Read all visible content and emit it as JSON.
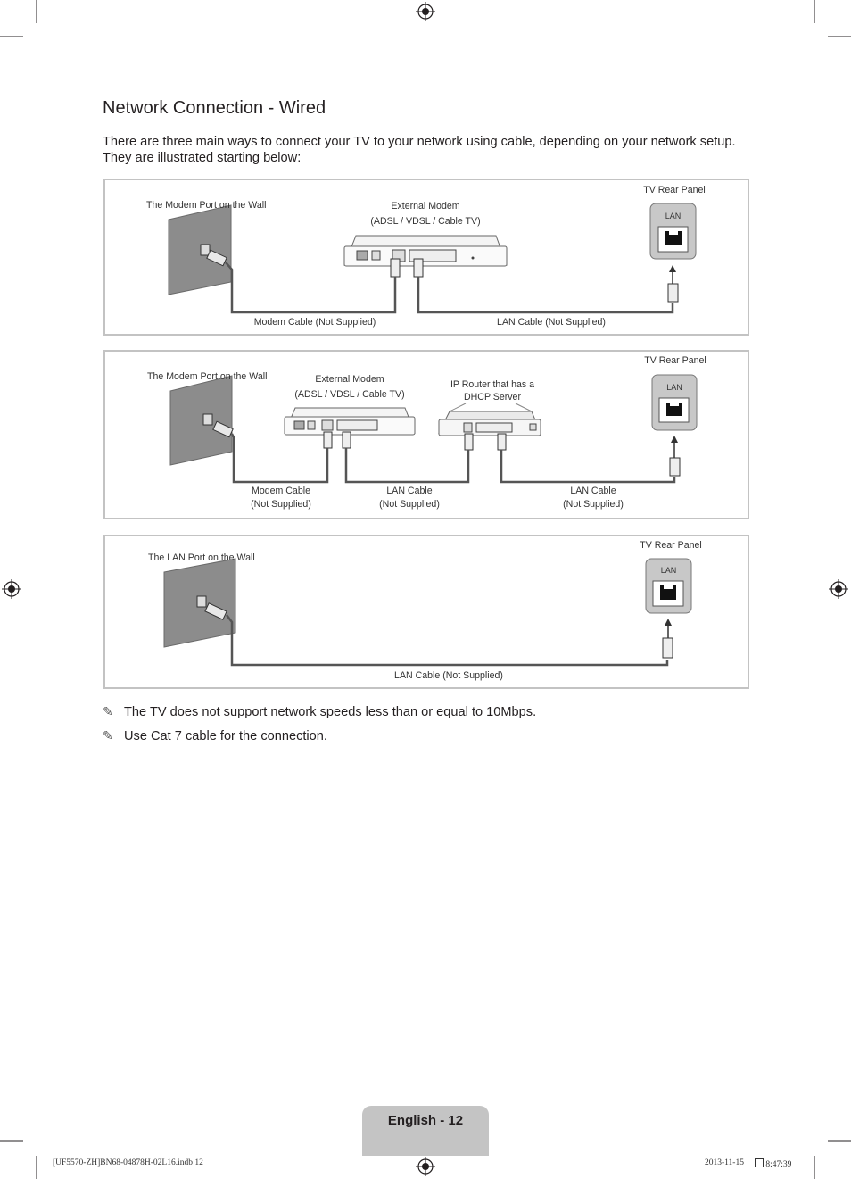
{
  "page": {
    "title": "Network Connection - Wired",
    "intro": "There are three main ways to connect your TV to your network using cable, depending on your network setup. They are illustrated starting below:"
  },
  "diagrams": [
    {
      "wall_label": "The Modem Port on the Wall",
      "modem_label_1": "External Modem",
      "modem_label_2": "(ADSL / VDSL / Cable TV)",
      "tv_label": "TV Rear Panel",
      "tv_port_label": "LAN",
      "cable_1": "Modem Cable (Not Supplied)",
      "cable_2": "LAN Cable (Not Supplied)"
    },
    {
      "wall_label": "The Modem Port on the Wall",
      "modem_label_1": "External Modem",
      "modem_label_2": "(ADSL / VDSL / Cable TV)",
      "router_label_1": "IP Router that has a",
      "router_label_2": "DHCP Server",
      "tv_label": "TV Rear Panel",
      "tv_port_label": "LAN",
      "cable_1a": "Modem Cable",
      "cable_1b": "(Not Supplied)",
      "cable_2a": "LAN Cable",
      "cable_2b": "(Not Supplied)",
      "cable_3a": "LAN Cable",
      "cable_3b": "(Not Supplied)"
    },
    {
      "wall_label": "The LAN Port on the Wall",
      "tv_label": "TV Rear Panel",
      "tv_port_label": "LAN",
      "cable_1": "LAN Cable (Not Supplied)"
    }
  ],
  "notes": [
    "The TV does not support network speeds less than or equal to 10Mbps.",
    "Use Cat 7 cable for the connection."
  ],
  "footer": {
    "page_tab": "English - 12",
    "file_info": "[UF5570-ZH]BN68-04878H-02L16.indb   12",
    "date": "2013-11-15",
    "time": "8:47:39"
  },
  "colors": {
    "panel_border": "#c3c3c3",
    "tab_bg": "#c4c4c4",
    "wall": "#8c8c8c",
    "cable": "#555555"
  },
  "icons": [
    "registration-mark-icon",
    "crop-mark-icon",
    "pencil-note-icon",
    "rj45-plug-icon"
  ]
}
